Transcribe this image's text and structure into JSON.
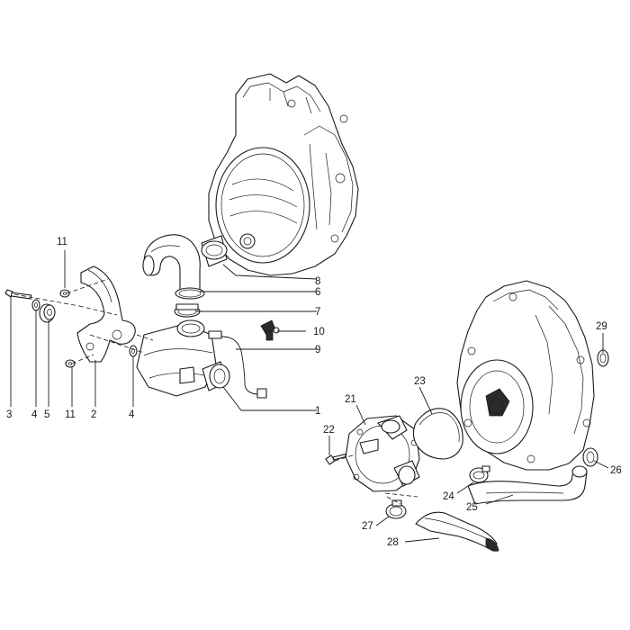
{
  "colors": {
    "line": "#1a1a1a",
    "background": "#ffffff",
    "shade": "#f2f2f2"
  },
  "callouts": [
    {
      "id": "c1",
      "label": "1"
    },
    {
      "id": "c2",
      "label": "2"
    },
    {
      "id": "c3",
      "label": "3"
    },
    {
      "id": "c4a",
      "label": "4"
    },
    {
      "id": "c4b",
      "label": "4"
    },
    {
      "id": "c5",
      "label": "5"
    },
    {
      "id": "c6",
      "label": "6"
    },
    {
      "id": "c7",
      "label": "7"
    },
    {
      "id": "c8",
      "label": "8"
    },
    {
      "id": "c9",
      "label": "9"
    },
    {
      "id": "c10",
      "label": "10"
    },
    {
      "id": "c11a",
      "label": "11"
    },
    {
      "id": "c11b",
      "label": "11"
    },
    {
      "id": "c21",
      "label": "21"
    },
    {
      "id": "c22",
      "label": "22"
    },
    {
      "id": "c23",
      "label": "23"
    },
    {
      "id": "c24",
      "label": "24"
    },
    {
      "id": "c25",
      "label": "25"
    },
    {
      "id": "c26",
      "label": "26"
    },
    {
      "id": "c27",
      "label": "27"
    },
    {
      "id": "c28",
      "label": "28"
    },
    {
      "id": "c29",
      "label": "29"
    }
  ]
}
